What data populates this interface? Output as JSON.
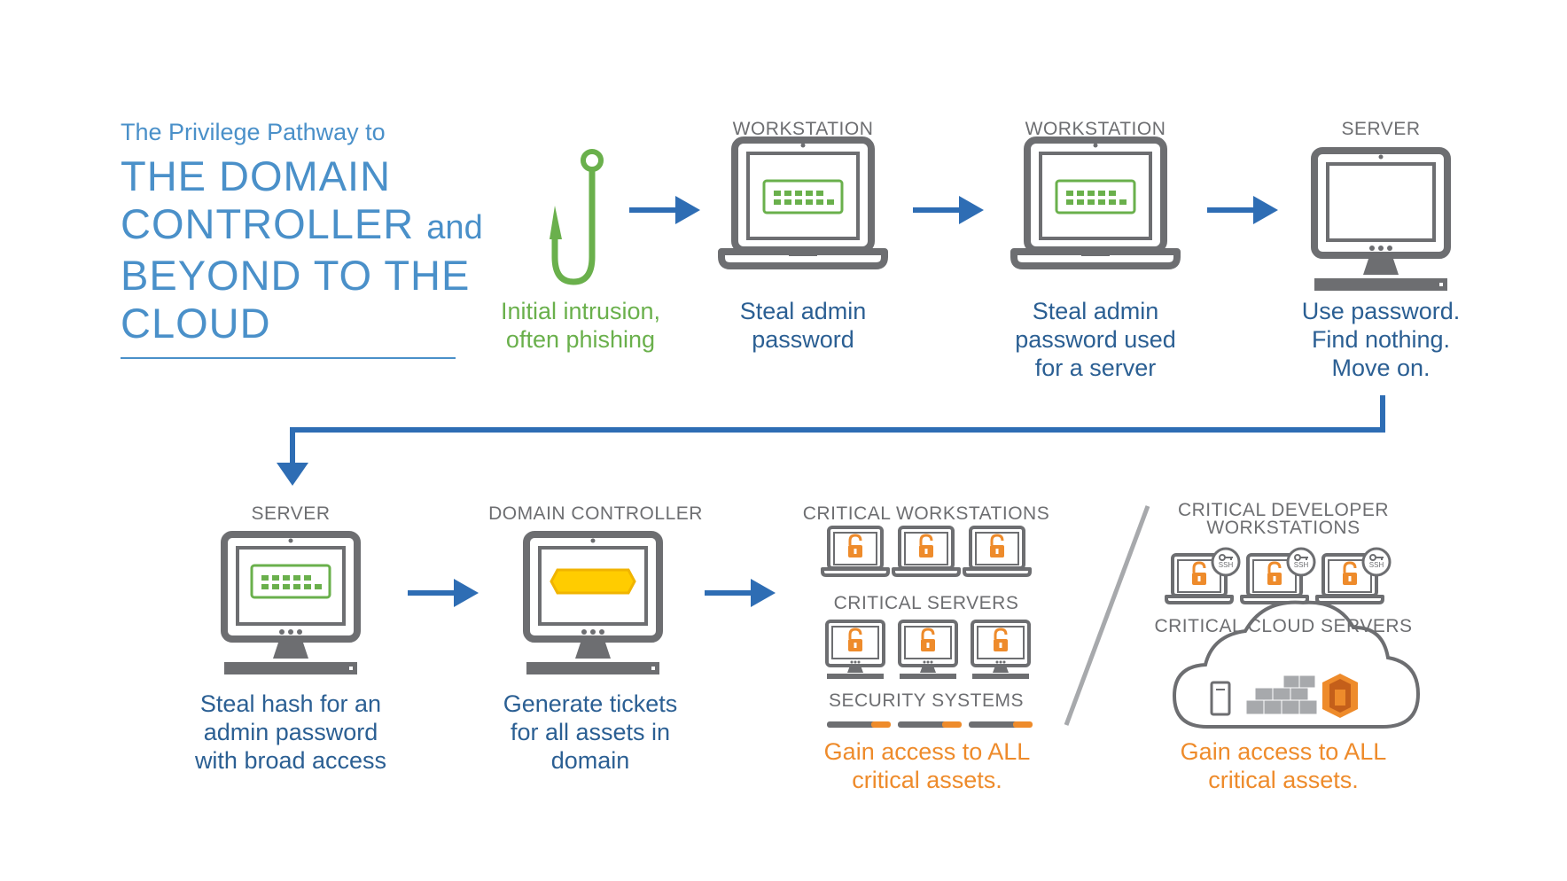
{
  "header": {
    "subtitle": "The Privilege Pathway to",
    "title_lines": [
      "THE DOMAIN",
      "CONTROLLER",
      "BEYOND TO THE",
      "CLOUD"
    ],
    "title_conjunction": "and"
  },
  "steps": [
    {
      "label": "",
      "caption": [
        "Initial intrusion,",
        "often phishing"
      ]
    },
    {
      "label": "WORKSTATION",
      "caption": [
        "Steal admin",
        "password"
      ]
    },
    {
      "label": "WORKSTATION",
      "caption": [
        "Steal admin",
        "password used",
        "for a server"
      ]
    },
    {
      "label": "SERVER",
      "caption": [
        "Use password.",
        "Find nothing.",
        "Move on."
      ]
    },
    {
      "label": "SERVER",
      "caption": [
        "Steal hash for an",
        "admin password",
        "with broad access"
      ]
    },
    {
      "label": "DOMAIN CONTROLLER",
      "caption": [
        "Generate tickets",
        "for all assets in",
        "domain"
      ]
    }
  ],
  "critical": {
    "workstations_label": "CRITICAL WORKSTATIONS",
    "servers_label": "CRITICAL SERVERS",
    "security_label": "SECURITY SYSTEMS",
    "caption": [
      "Gain access to ALL",
      "critical assets."
    ]
  },
  "cloud": {
    "dev_label": [
      "CRITICAL DEVELOPER",
      "WORKSTATIONS"
    ],
    "ssh_badge": "SSH",
    "cloud_label": "CRITICAL CLOUD SERVERS",
    "caption": [
      "Gain access to ALL",
      "critical assets."
    ]
  },
  "colors": {
    "blue": "#2e6db4",
    "title_blue": "#4a90c9",
    "gray": "#6d6e71",
    "green": "#6ab04c",
    "orange": "#ee8b2b",
    "gold": "#ffcc00"
  },
  "icons": [
    "fishing-hook-icon",
    "laptop-icon",
    "monitor-icon",
    "lock-icon",
    "ssh-key-icon",
    "cloud-icon",
    "arrow-right-icon",
    "arrow-down-icon"
  ]
}
